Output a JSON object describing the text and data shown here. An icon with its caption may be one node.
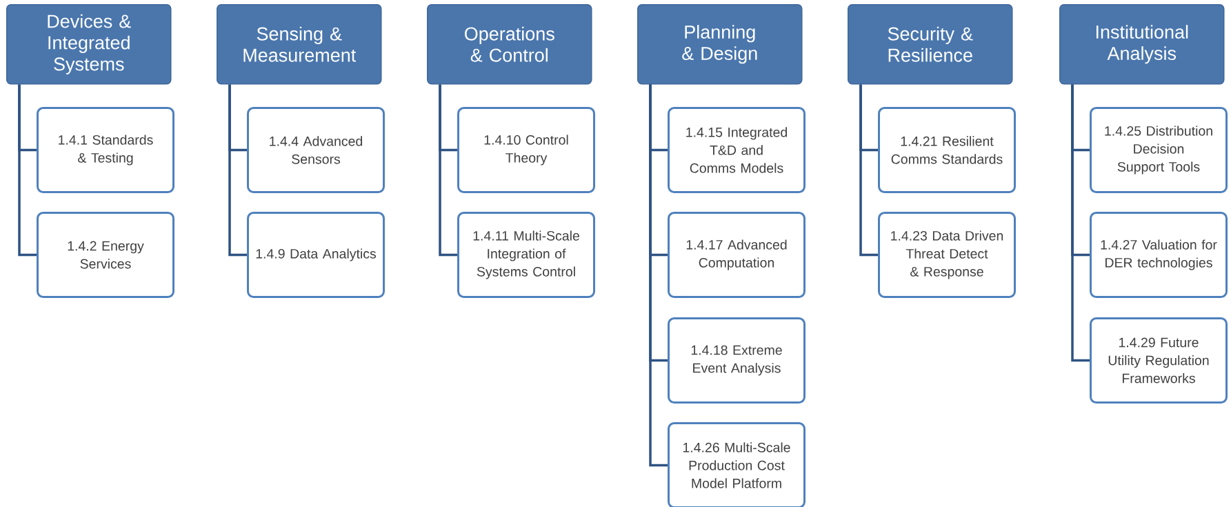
{
  "diagram": {
    "nodes": [
      {
        "text": [
          "Devices & Integrated Systems"
        ]
      },
      {
        "text": [
          "1.4.1 Standards & Testing"
        ]
      },
      {
        "text": [
          "1.4.2 Energy Services"
        ]
      },
      {
        "text": [
          "Sensing & Measurement"
        ]
      },
      {
        "text": [
          "1.4.4 Advanced Sensors"
        ]
      },
      {
        "text": [
          "1.4.9 Data Analytics"
        ]
      },
      {
        "text": [
          "Operations & Control"
        ]
      },
      {
        "text": [
          "1.4.10 Control Theory"
        ]
      },
      {
        "text": [
          "1.4.11 Multi-Scale Integration of Systems Control"
        ]
      },
      {
        "text": [
          "Planning & Design"
        ]
      },
      {
        "text": [
          "1.4.15 Integrated T&D and Comms Models"
        ]
      },
      {
        "text": [
          "1.4.17 Advanced Computation"
        ]
      },
      {
        "text": [
          "1.4.18 Extreme Event Analysis"
        ]
      },
      {
        "text": [
          "1.4.26 Multi-Scale Production Cost Model Platform"
        ]
      },
      {
        "text": [
          "Security & Resilience"
        ]
      },
      {
        "text": [
          "1.4.21 Resilient Comms Standards"
        ]
      },
      {
        "text": [
          "1.4.23 Data Driven Threat Detect & Response"
        ]
      },
      {
        "text": [
          "Institutional Analysis"
        ]
      },
      {
        "text": [
          "1.4.25 Distribution Decision Support Tools"
        ]
      },
      {
        "text": [
          "1.4.27 Valuation for DER technologies"
        ]
      },
      {
        "text": [
          "1.4.29 Future Utility Regulation Frameworks"
        ]
      }
    ],
    "edges": [
      {
        "from": 0,
        "to": 1,
        "arrow": "none"
      },
      {
        "from": 0,
        "to": 2,
        "arrow": "none"
      },
      {
        "from": 3,
        "to": 4,
        "arrow": "none"
      },
      {
        "from": 3,
        "to": 5,
        "arrow": "none"
      },
      {
        "from": 6,
        "to": 7,
        "arrow": "none"
      },
      {
        "from": 6,
        "to": 8,
        "arrow": "none"
      },
      {
        "from": 9,
        "to": 10,
        "arrow": "none"
      },
      {
        "from": 9,
        "to": 11,
        "arrow": "none"
      },
      {
        "from": 9,
        "to": 12,
        "arrow": "none"
      },
      {
        "from": 9,
        "to": 13,
        "arrow": "none"
      },
      {
        "from": 14,
        "to": 15,
        "arrow": "none"
      },
      {
        "from": 14,
        "to": 16,
        "arrow": "none"
      },
      {
        "from": 17,
        "to": 18,
        "arrow": "none"
      },
      {
        "from": 17,
        "to": 19,
        "arrow": "none"
      },
      {
        "from": 17,
        "to": 20,
        "arrow": "none"
      }
    ]
  }
}
